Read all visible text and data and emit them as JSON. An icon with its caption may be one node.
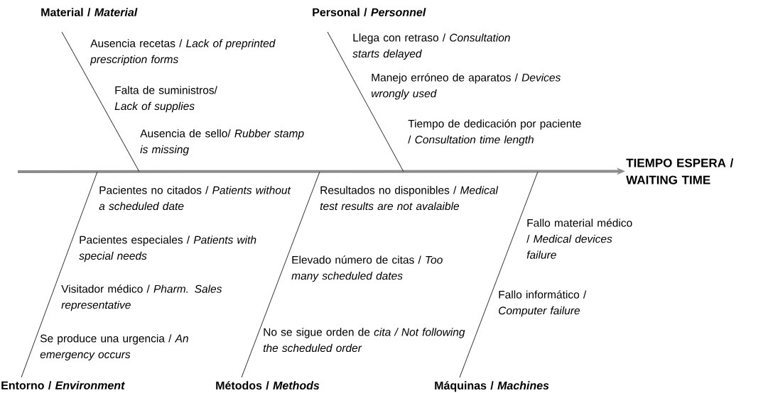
{
  "diagram": {
    "nodes": [
      {
        "text": [
          "Material / *Material*"
        ]
      },
      {
        "text": [
          "Personal / *Personnel*"
        ]
      },
      {
        "text": [
          "TIEMPO ESPERA / WAITING TIME"
        ]
      },
      {
        "text": [
          "Entorno / *Environment*"
        ]
      },
      {
        "text": [
          "Métodos / *Methods*"
        ]
      },
      {
        "text": [
          "Máquinas / *Machines*"
        ]
      }
    ],
    "edges": [
      {
        "from": null,
        "to": 2,
        "arrow": "to",
        "style": "thick",
        "color": "#8c8c8c"
      },
      {
        "from": 0,
        "to": null,
        "arrow": "none"
      },
      {
        "from": 1,
        "to": null,
        "arrow": "none"
      },
      {
        "from": 3,
        "to": null,
        "arrow": "none"
      },
      {
        "from": 4,
        "to": null,
        "arrow": "none"
      },
      {
        "from": 5,
        "to": null,
        "arrow": "none"
      }
    ],
    "labels": [
      "Ausencia recetas / *Lack of preprinted prescription forms*",
      "Falta de suministros/ *Lack of supplies*",
      "Ausencia de sello/ *Rubber stamp is missing*",
      "Llega con retraso / *Consultation starts delayed*",
      "Manejo erróneo de aparatos / *Devices wrongly used*",
      "Tiempo de dedicación por paciente / *Consultation time length*",
      "Pacientes no citados / *Patients without a scheduled date*",
      "Pacientes especiales / *Patients with special needs*",
      "Visitador médico / *Pharm. Sales representative*",
      "Se produce una urgencia / *An emergency occurs*",
      "Resultados no disponibles / *Medical test results are not avalaible*",
      "Elevado número de citas / *Too many scheduled dates*",
      "No se sigue orden de *cita / Not following the scheduled order*",
      "Fallo material médico / *Medical devices failure*",
      "Fallo informático / *Computer failure*"
    ]
  }
}
